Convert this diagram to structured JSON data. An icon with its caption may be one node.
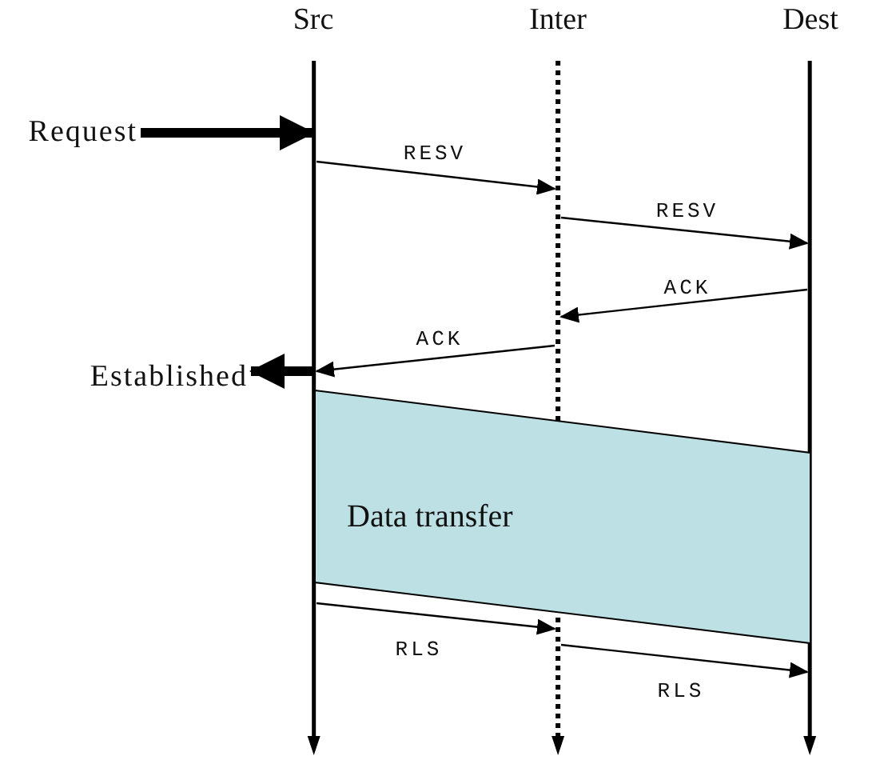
{
  "diagram": {
    "nodes": [
      {
        "text": [
          "Src"
        ]
      },
      {
        "text": [
          "Inter"
        ]
      },
      {
        "text": [
          "Dest"
        ]
      },
      {
        "text": [
          "Request"
        ]
      },
      {
        "text": [
          "Established"
        ]
      },
      {
        "text": [
          "Data transfer"
        ]
      }
    ],
    "edges": [
      {
        "from": 3,
        "to": 0,
        "arrow": "to",
        "style": "thick"
      },
      {
        "from": 0,
        "to": 1,
        "label": "RESV",
        "arrow": "to"
      },
      {
        "from": 1,
        "to": 2,
        "label": "RESV",
        "arrow": "to"
      },
      {
        "from": 2,
        "to": 1,
        "label": "ACK",
        "arrow": "to"
      },
      {
        "from": 1,
        "to": 0,
        "label": "ACK",
        "arrow": "to"
      },
      {
        "from": 0,
        "to": 4,
        "arrow": "to",
        "style": "thick"
      },
      {
        "from": 0,
        "to": 1,
        "label": "RLS",
        "arrow": "to"
      },
      {
        "from": 1,
        "to": 2,
        "label": "RLS",
        "arrow": "to"
      }
    ]
  }
}
